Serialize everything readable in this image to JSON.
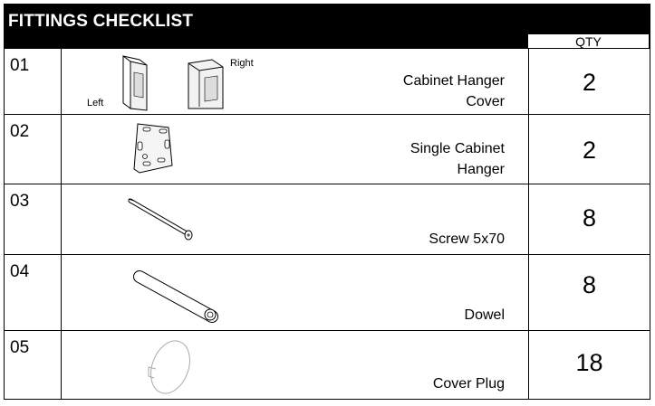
{
  "title": "FITTINGS CHECKLIST",
  "qty_header": "QTY",
  "items": [
    {
      "num": "01",
      "name_line1": "Cabinet Hanger",
      "name_line2": "Cover",
      "qty": "2",
      "label_left": "Left",
      "label_right": "Right"
    },
    {
      "num": "02",
      "name_line1": "Single Cabinet",
      "name_line2": "Hanger",
      "qty": "2"
    },
    {
      "num": "03",
      "name_line1": "",
      "name_line2": "Screw 5x70",
      "qty": "8"
    },
    {
      "num": "04",
      "name_line1": "",
      "name_line2": "Dowel",
      "qty": "8"
    },
    {
      "num": "05",
      "name_line1": "",
      "name_line2": "Cover Plug",
      "qty": "18"
    }
  ]
}
